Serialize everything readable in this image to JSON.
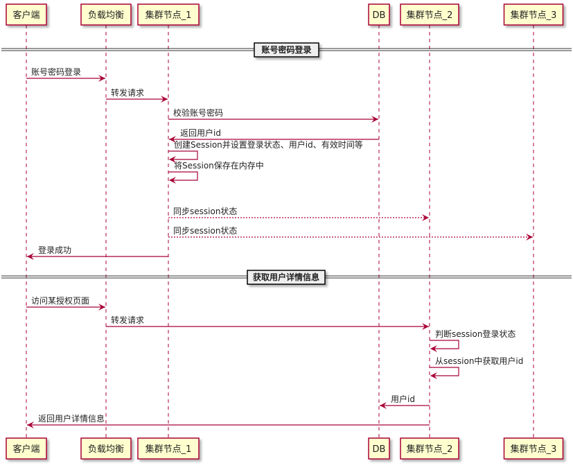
{
  "colors": {
    "line": "#A80036",
    "box_fill": "#FEFECE",
    "box_border": "#A80036",
    "divider_fill": "#EEEEEE"
  },
  "participants": [
    {
      "id": "client",
      "label": "客户端"
    },
    {
      "id": "lb",
      "label": "负载均衡"
    },
    {
      "id": "node1",
      "label": "集群节点_1"
    },
    {
      "id": "db",
      "label": "DB"
    },
    {
      "id": "node2",
      "label": "集群节点_2"
    },
    {
      "id": "node3",
      "label": "集群节点_3"
    }
  ],
  "sections": [
    {
      "label": "账号密码登录",
      "messages": [
        {
          "from": "client",
          "to": "lb",
          "label": "账号密码登录",
          "style": "solid"
        },
        {
          "from": "lb",
          "to": "node1",
          "label": "转发请求",
          "style": "solid"
        },
        {
          "from": "node1",
          "to": "db",
          "label": "校验账号密码",
          "style": "solid"
        },
        {
          "from": "db",
          "to": "node1",
          "label": "返回用户id",
          "style": "solid"
        },
        {
          "from": "node1",
          "to": "node1",
          "label": "创建Session并设置登录状态、用户id、有效时间等",
          "style": "solid"
        },
        {
          "from": "node1",
          "to": "node1",
          "label": "将Session保存在内存中",
          "style": "solid"
        },
        {
          "from": "node1",
          "to": "node2",
          "label": "同步session状态",
          "style": "dotted"
        },
        {
          "from": "node1",
          "to": "node3",
          "label": "同步session状态",
          "style": "dotted"
        },
        {
          "from": "node1",
          "to": "client",
          "label": "登录成功",
          "style": "solid"
        }
      ]
    },
    {
      "label": "获取用户详情信息",
      "messages": [
        {
          "from": "client",
          "to": "lb",
          "label": "访问某授权页面",
          "style": "solid"
        },
        {
          "from": "lb",
          "to": "node2",
          "label": "转发请求",
          "style": "solid"
        },
        {
          "from": "node2",
          "to": "node2",
          "label": "判断session登录状态",
          "style": "solid"
        },
        {
          "from": "node2",
          "to": "node2",
          "label": "从session中获取用户id",
          "style": "solid"
        },
        {
          "from": "node2",
          "to": "db",
          "label": "用户id",
          "style": "solid"
        },
        {
          "from": "node2",
          "to": "client",
          "label": "返回用户详情信息",
          "style": "solid"
        }
      ]
    }
  ]
}
